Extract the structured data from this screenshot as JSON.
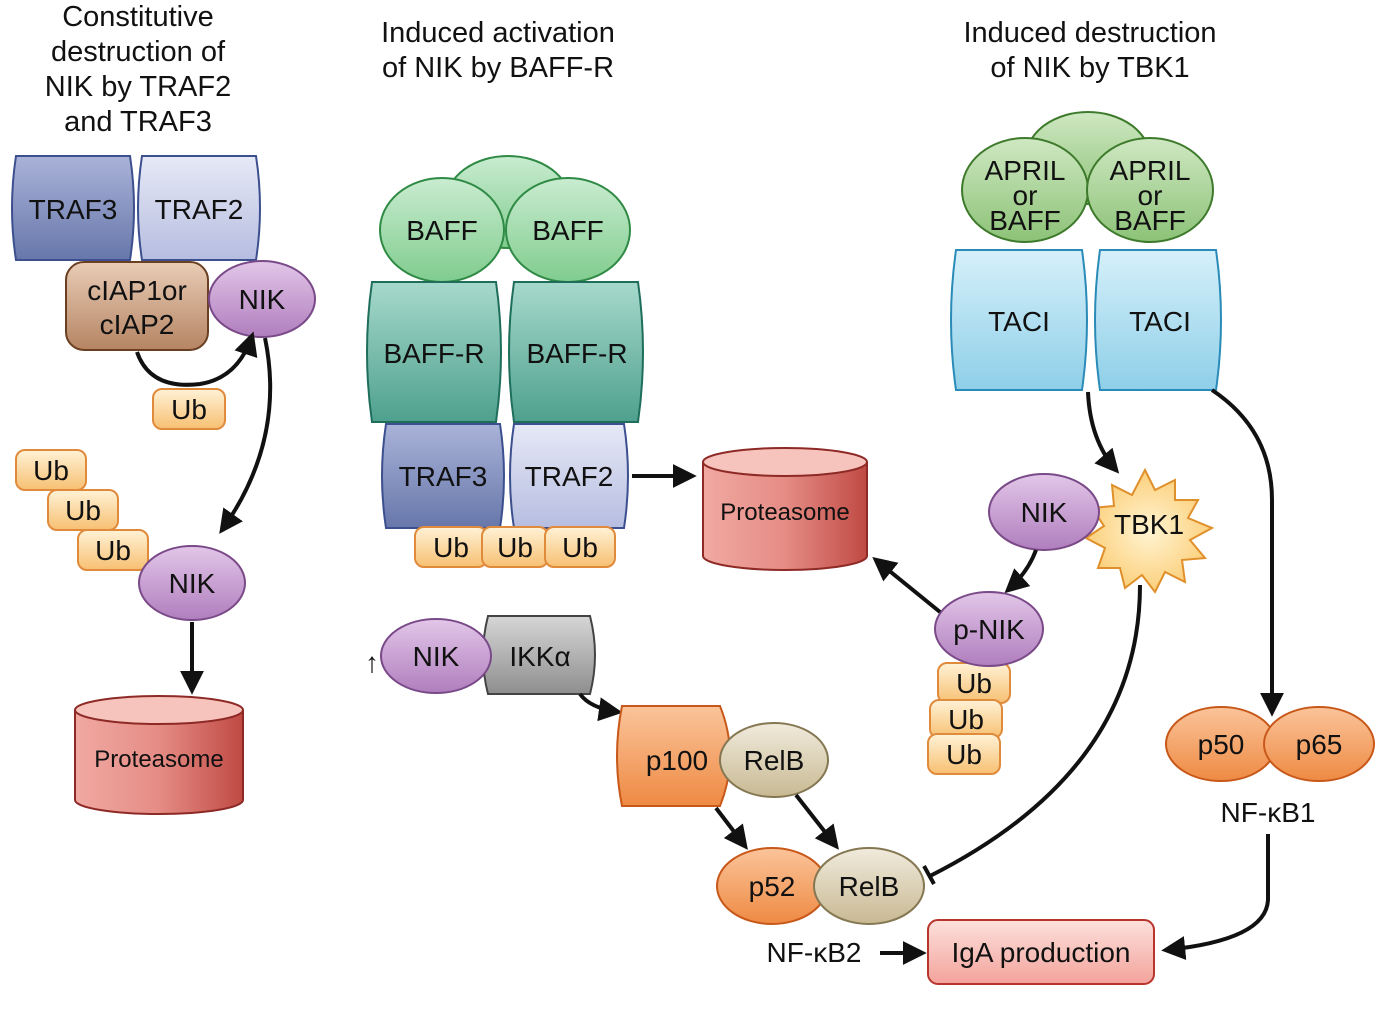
{
  "panels": {
    "left_title": [
      "Constitutive",
      "destruction of",
      "NIK by TRAF2",
      "and TRAF3"
    ],
    "middle_title": [
      "Induced activation",
      "of NIK by BAFF-R"
    ],
    "right_title": [
      "Induced destruction",
      "of NIK by TBK1"
    ]
  },
  "left": {
    "traf3": "TRAF3",
    "traf2": "TRAF2",
    "ciap_line1": "cIAP1or",
    "ciap_line2": "cIAP2",
    "nik_top": "NIK",
    "ub_single": "Ub",
    "ub_stack": [
      "Ub",
      "Ub",
      "Ub"
    ],
    "nik_bottom": "NIK",
    "proteasome": "Proteasome"
  },
  "middle": {
    "baff": [
      "BAFF",
      "BAFF"
    ],
    "baffr": [
      "BAFF-R",
      "BAFF-R"
    ],
    "traf3": "TRAF3",
    "traf2": "TRAF2",
    "ub_row": [
      "Ub",
      "Ub",
      "Ub"
    ],
    "proteasome": "Proteasome",
    "up_arrow": "↑",
    "nik": "NIK",
    "ikka": "IKKα",
    "p100": "p100",
    "relb_top": "RelB",
    "p52": "p52",
    "relb_bottom": "RelB",
    "nfkb2": "NF-κB2",
    "iga": "IgA production"
  },
  "right": {
    "ligand_line1": [
      "APRIL",
      "APRIL"
    ],
    "ligand_line2": [
      "or",
      "or"
    ],
    "ligand_line3": [
      "BAFF",
      "BAFF"
    ],
    "taci": [
      "TACI",
      "TACI"
    ],
    "nik": "NIK",
    "tbk1": "TBK1",
    "pnik": "p-NIK",
    "ub_stack": [
      "Ub",
      "Ub",
      "Ub"
    ],
    "p50": "p50",
    "p65": "p65",
    "nfkb1": "NF-κB1"
  },
  "colors": {
    "traf3": "#7f8fbf",
    "traf2": "#c9d0ea",
    "nik": "#c89ad0",
    "ub": "#fcd99a",
    "proteasome": "#d9655e",
    "baff": "#8fd49a",
    "baffr": "#5fb2a0",
    "taci": "#9fd8ee",
    "april": "#9ccb86",
    "p100": "#f2964f",
    "relb": "#d8ccaf",
    "ikka": "#a3a3a3",
    "tbk1": "#fbd98c",
    "iga": "#f6b4ae"
  }
}
